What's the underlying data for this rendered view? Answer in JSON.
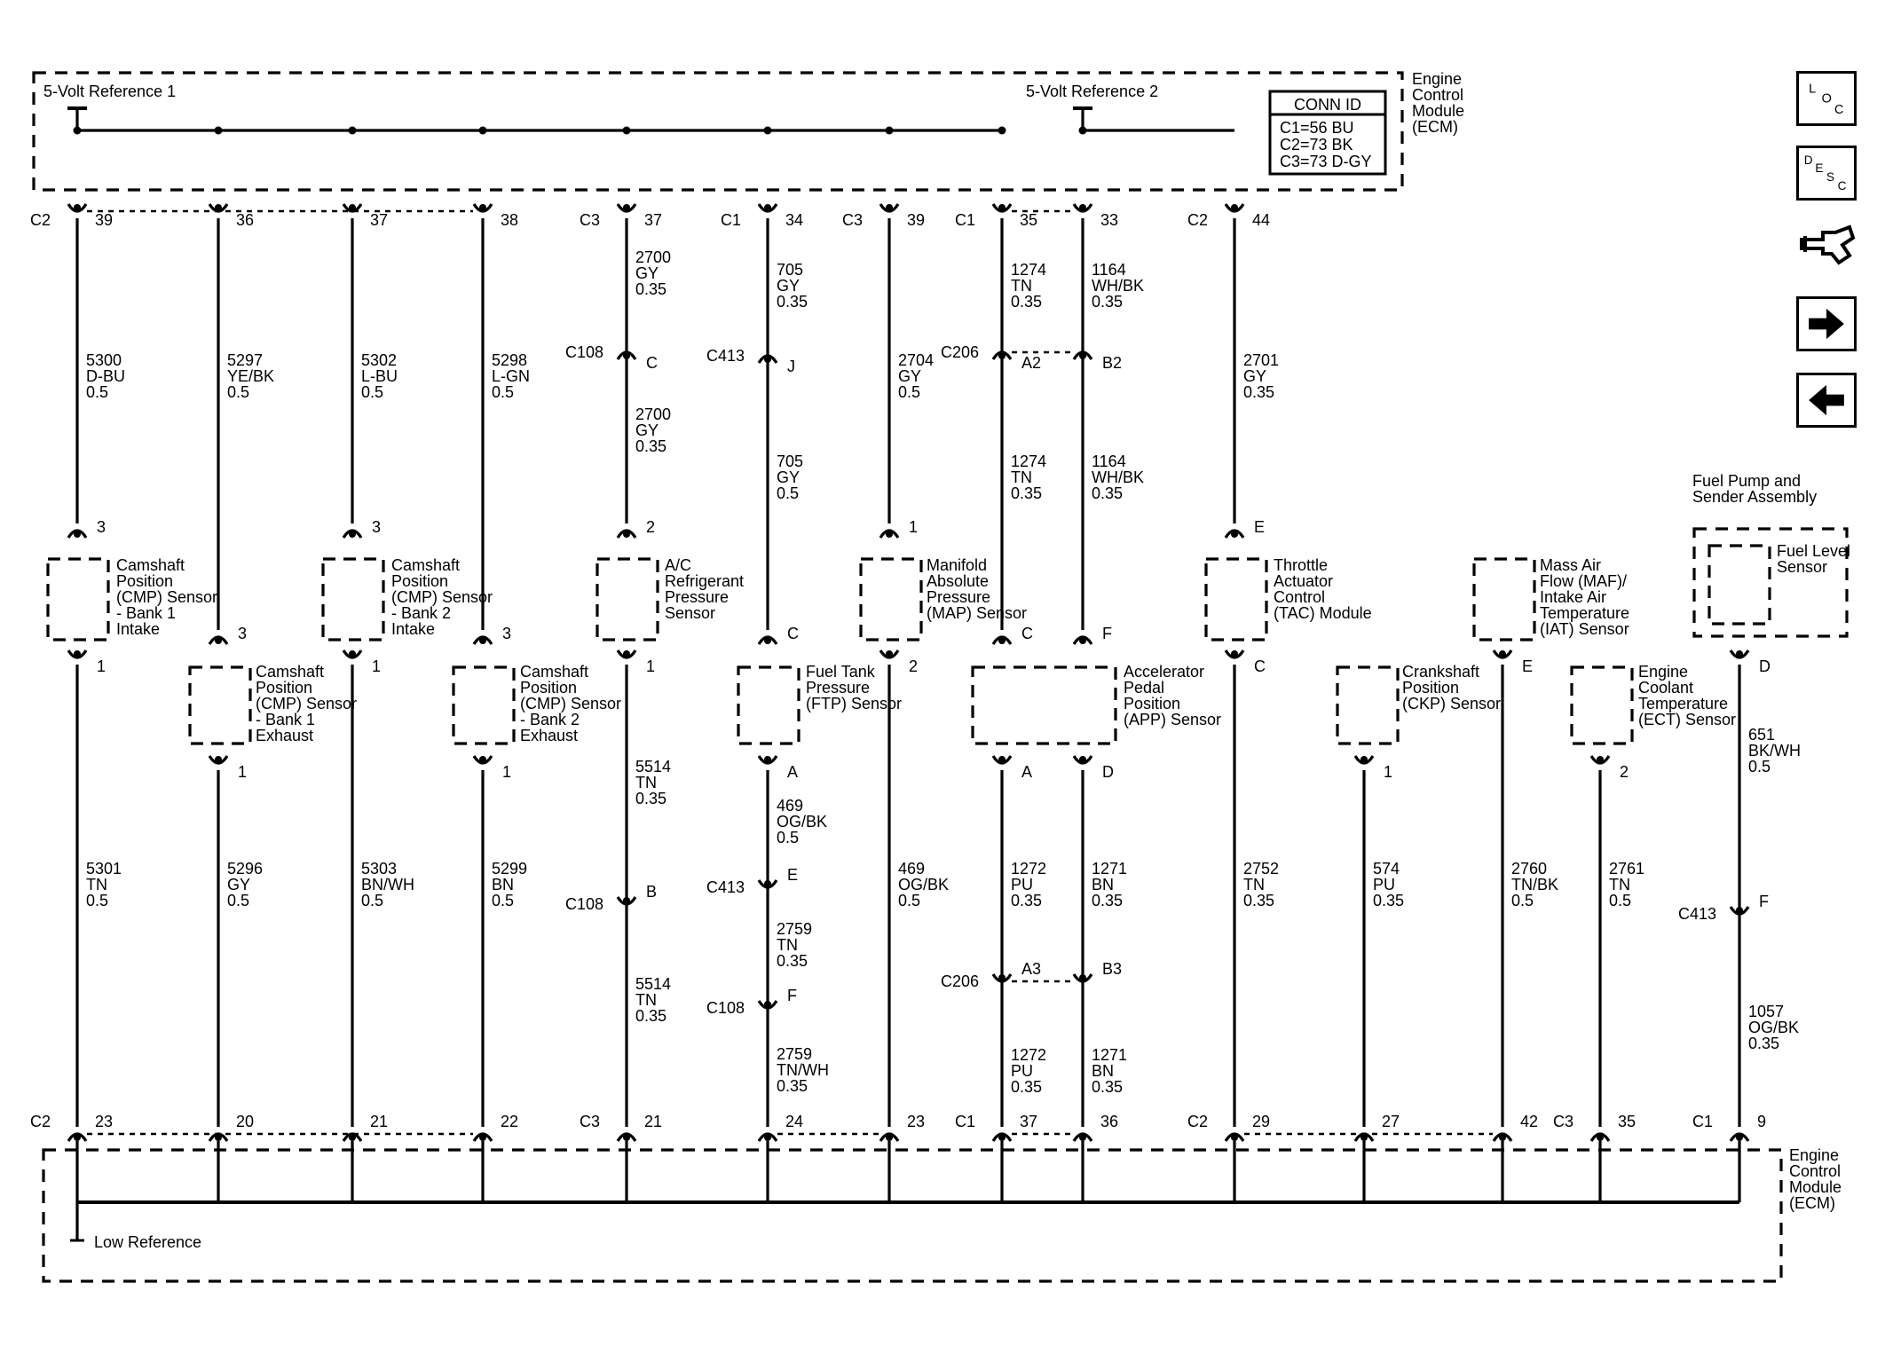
{
  "ecm_label": "Engine Control Module (ECM)",
  "ref1": "5-Volt Reference 1",
  "ref2": "5-Volt Reference 2",
  "low_reference": "Low Reference",
  "conn_table": {
    "title": "CONN ID",
    "rows": [
      "C1=56 BU",
      "C2=73 BK",
      "C3=73 D-GY"
    ]
  },
  "fuel_pump_label": "Fuel Pump and Sender Assembly",
  "nav": {
    "loc": "LOC",
    "desc": "DESC",
    "colors": {
      "line": "#000000",
      "background": "#ffffff"
    }
  },
  "columns": [
    {
      "id": "cmp-b1-int",
      "top_conn": "C2",
      "top_pin": "39",
      "ref": "1",
      "wires_top": [
        [
          "5300",
          "D-BU",
          "0.5"
        ]
      ],
      "comp_pins": [
        "3",
        "1"
      ],
      "comp": "Camshaft Position (CMP) Sensor - Bank 1 Intake",
      "wires_bot": [
        [
          "5301",
          "TN",
          "0.5"
        ]
      ],
      "bot_conn": "C2",
      "bot_pin": "23"
    },
    {
      "id": "cmp-b1-exh",
      "top_conn": "",
      "top_pin": "36",
      "ref": "1",
      "wires_top": [
        [
          "5297",
          "YE/BK",
          "0.5"
        ]
      ],
      "comp_pins": [
        "3",
        "1"
      ],
      "comp": "Camshaft Position (CMP) Sensor - Bank 1 Exhaust",
      "wires_bot": [
        [
          "5296",
          "GY",
          "0.5"
        ]
      ],
      "bot_conn": "",
      "bot_pin": "20"
    },
    {
      "id": "cmp-b2-int",
      "top_conn": "",
      "top_pin": "37",
      "ref": "1",
      "wires_top": [
        [
          "5302",
          "L-BU",
          "0.5"
        ]
      ],
      "comp_pins": [
        "3",
        "1"
      ],
      "comp": "Camshaft Position (CMP) Sensor - Bank 2 Intake",
      "wires_bot": [
        [
          "5303",
          "BN/WH",
          "0.5"
        ]
      ],
      "bot_conn": "",
      "bot_pin": "21"
    },
    {
      "id": "cmp-b2-exh",
      "top_conn": "",
      "top_pin": "38",
      "ref": "1",
      "wires_top": [
        [
          "5298",
          "L-GN",
          "0.5"
        ]
      ],
      "comp_pins": [
        "3",
        "1"
      ],
      "comp": "Camshaft Position (CMP) Sensor - Bank 2 Exhaust",
      "wires_bot": [
        [
          "5299",
          "BN",
          "0.5"
        ]
      ],
      "bot_conn": "",
      "bot_pin": "22"
    },
    {
      "id": "ac-pressure",
      "top_conn": "C3",
      "top_pin": "37",
      "ref": "1",
      "wires_top": [
        [
          "2700",
          "GY",
          "0.35"
        ],
        [
          "2700",
          "GY",
          "0.35"
        ]
      ],
      "inline_top": [
        [
          "C108",
          "C"
        ]
      ],
      "comp_pins": [
        "2",
        "1"
      ],
      "comp": "A/C Refrigerant Pressure Sensor",
      "wires_bot": [
        [
          "5514",
          "TN",
          "0.35"
        ],
        [
          "5514",
          "TN",
          "0.35"
        ]
      ],
      "inline_bot": [
        [
          "C108",
          "B"
        ]
      ],
      "bot_conn": "C3",
      "bot_pin": "21"
    },
    {
      "id": "ftp",
      "top_conn": "C1",
      "top_pin": "34",
      "ref": "1",
      "wires_top": [
        [
          "705",
          "GY",
          "0.35"
        ],
        [
          "705",
          "GY",
          "0.5"
        ]
      ],
      "inline_top": [
        [
          "C413",
          "J"
        ]
      ],
      "comp_pins": [
        "C",
        "A"
      ],
      "comp": "Fuel Tank Pressure (FTP) Sensor",
      "wires_bot": [
        [
          "469",
          "OG/BK",
          "0.5"
        ],
        [
          "2759",
          "TN",
          "0.35"
        ],
        [
          "2759",
          "TN/WH",
          "0.35"
        ]
      ],
      "inline_bot": [
        [
          "C413",
          "E"
        ],
        [
          "C108",
          "F"
        ]
      ],
      "bot_conn": "",
      "bot_pin": "24"
    },
    {
      "id": "map",
      "top_conn": "C3",
      "top_pin": "39",
      "ref": "1",
      "wires_top": [
        [
          "2704",
          "GY",
          "0.5"
        ]
      ],
      "comp_pins": [
        "1",
        "2"
      ],
      "comp": "Manifold Absolute Pressure (MAP) Sensor",
      "wires_bot": [
        [
          "469",
          "OG/BK",
          "0.5"
        ]
      ],
      "bot_conn": "",
      "bot_pin": "23"
    },
    {
      "id": "app-a",
      "top_conn": "C1",
      "top_pin": "35",
      "ref": "1",
      "wires_top": [
        [
          "1274",
          "TN",
          "0.35"
        ],
        [
          "1274",
          "TN",
          "0.35"
        ]
      ],
      "inline_top": [
        [
          "C206",
          "A2"
        ]
      ],
      "comp_pins": [
        "C",
        "A"
      ],
      "comp": "",
      "wires_bot": [
        [
          "1272",
          "PU",
          "0.35"
        ],
        [
          "1272",
          "PU",
          "0.35"
        ]
      ],
      "inline_bot": [
        [
          "C206",
          "A3"
        ]
      ],
      "bot_conn": "C1",
      "bot_pin": "37"
    },
    {
      "id": "app-b",
      "top_conn": "",
      "top_pin": "33",
      "ref": "2",
      "wires_top": [
        [
          "1164",
          "WH/BK",
          "0.35"
        ],
        [
          "1164",
          "WH/BK",
          "0.35"
        ]
      ],
      "inline_top": [
        [
          "",
          "B2"
        ]
      ],
      "comp_pins": [
        "F",
        "D"
      ],
      "comp": "Accelerator Pedal Position (APP) Sensor",
      "wires_bot": [
        [
          "1271",
          "BN",
          "0.35"
        ],
        [
          "1271",
          "BN",
          "0.35"
        ]
      ],
      "inline_bot": [
        [
          "",
          "B3"
        ]
      ],
      "bot_conn": "",
      "bot_pin": "36"
    },
    {
      "id": "tac",
      "top_conn": "C2",
      "top_pin": "44",
      "ref": "2",
      "wires_top": [
        [
          "2701",
          "GY",
          "0.35"
        ]
      ],
      "comp_pins": [
        "E",
        "C"
      ],
      "comp": "Throttle Actuator Control (TAC) Module",
      "wires_bot": [
        [
          "2752",
          "TN",
          "0.35"
        ]
      ],
      "bot_conn": "C2",
      "bot_pin": "29"
    },
    {
      "id": "ckp",
      "top_conn": "",
      "top_pin": "",
      "ref": "",
      "wires_top": [],
      "comp_pins": [
        "",
        "1"
      ],
      "comp": "Crankshaft Position (CKP) Sensor",
      "wires_bot": [
        [
          "574",
          "PU",
          "0.35"
        ]
      ],
      "bot_conn": "",
      "bot_pin": "27"
    },
    {
      "id": "maf",
      "top_conn": "",
      "top_pin": "",
      "ref": "",
      "wires_top": [],
      "comp_pins": [
        "",
        "E"
      ],
      "comp": "Mass Air Flow (MAF)/ Intake Air Temperature (IAT) Sensor",
      "wires_bot": [
        [
          "2760",
          "TN/BK",
          "0.5"
        ]
      ],
      "bot_conn": "",
      "bot_pin": "42"
    },
    {
      "id": "ect",
      "top_conn": "",
      "top_pin": "",
      "ref": "",
      "wires_top": [],
      "comp_pins": [
        "",
        "2"
      ],
      "comp": "Engine Coolant Temperature (ECT) Sensor",
      "wires_bot": [
        [
          "2761",
          "TN",
          "0.5"
        ]
      ],
      "bot_conn": "C3",
      "bot_pin": "35"
    },
    {
      "id": "fuel-level",
      "top_conn": "",
      "top_pin": "",
      "ref": "",
      "wires_top": [],
      "comp_pins": [
        "",
        "D"
      ],
      "comp": "Fuel Level Sensor",
      "wires_bot": [
        [
          "651",
          "BK/WH",
          "0.5"
        ],
        [
          "1057",
          "OG/BK",
          "0.35"
        ]
      ],
      "inline_bot": [
        [
          "C413",
          "F"
        ]
      ],
      "bot_conn": "C1",
      "bot_pin": "9"
    }
  ]
}
